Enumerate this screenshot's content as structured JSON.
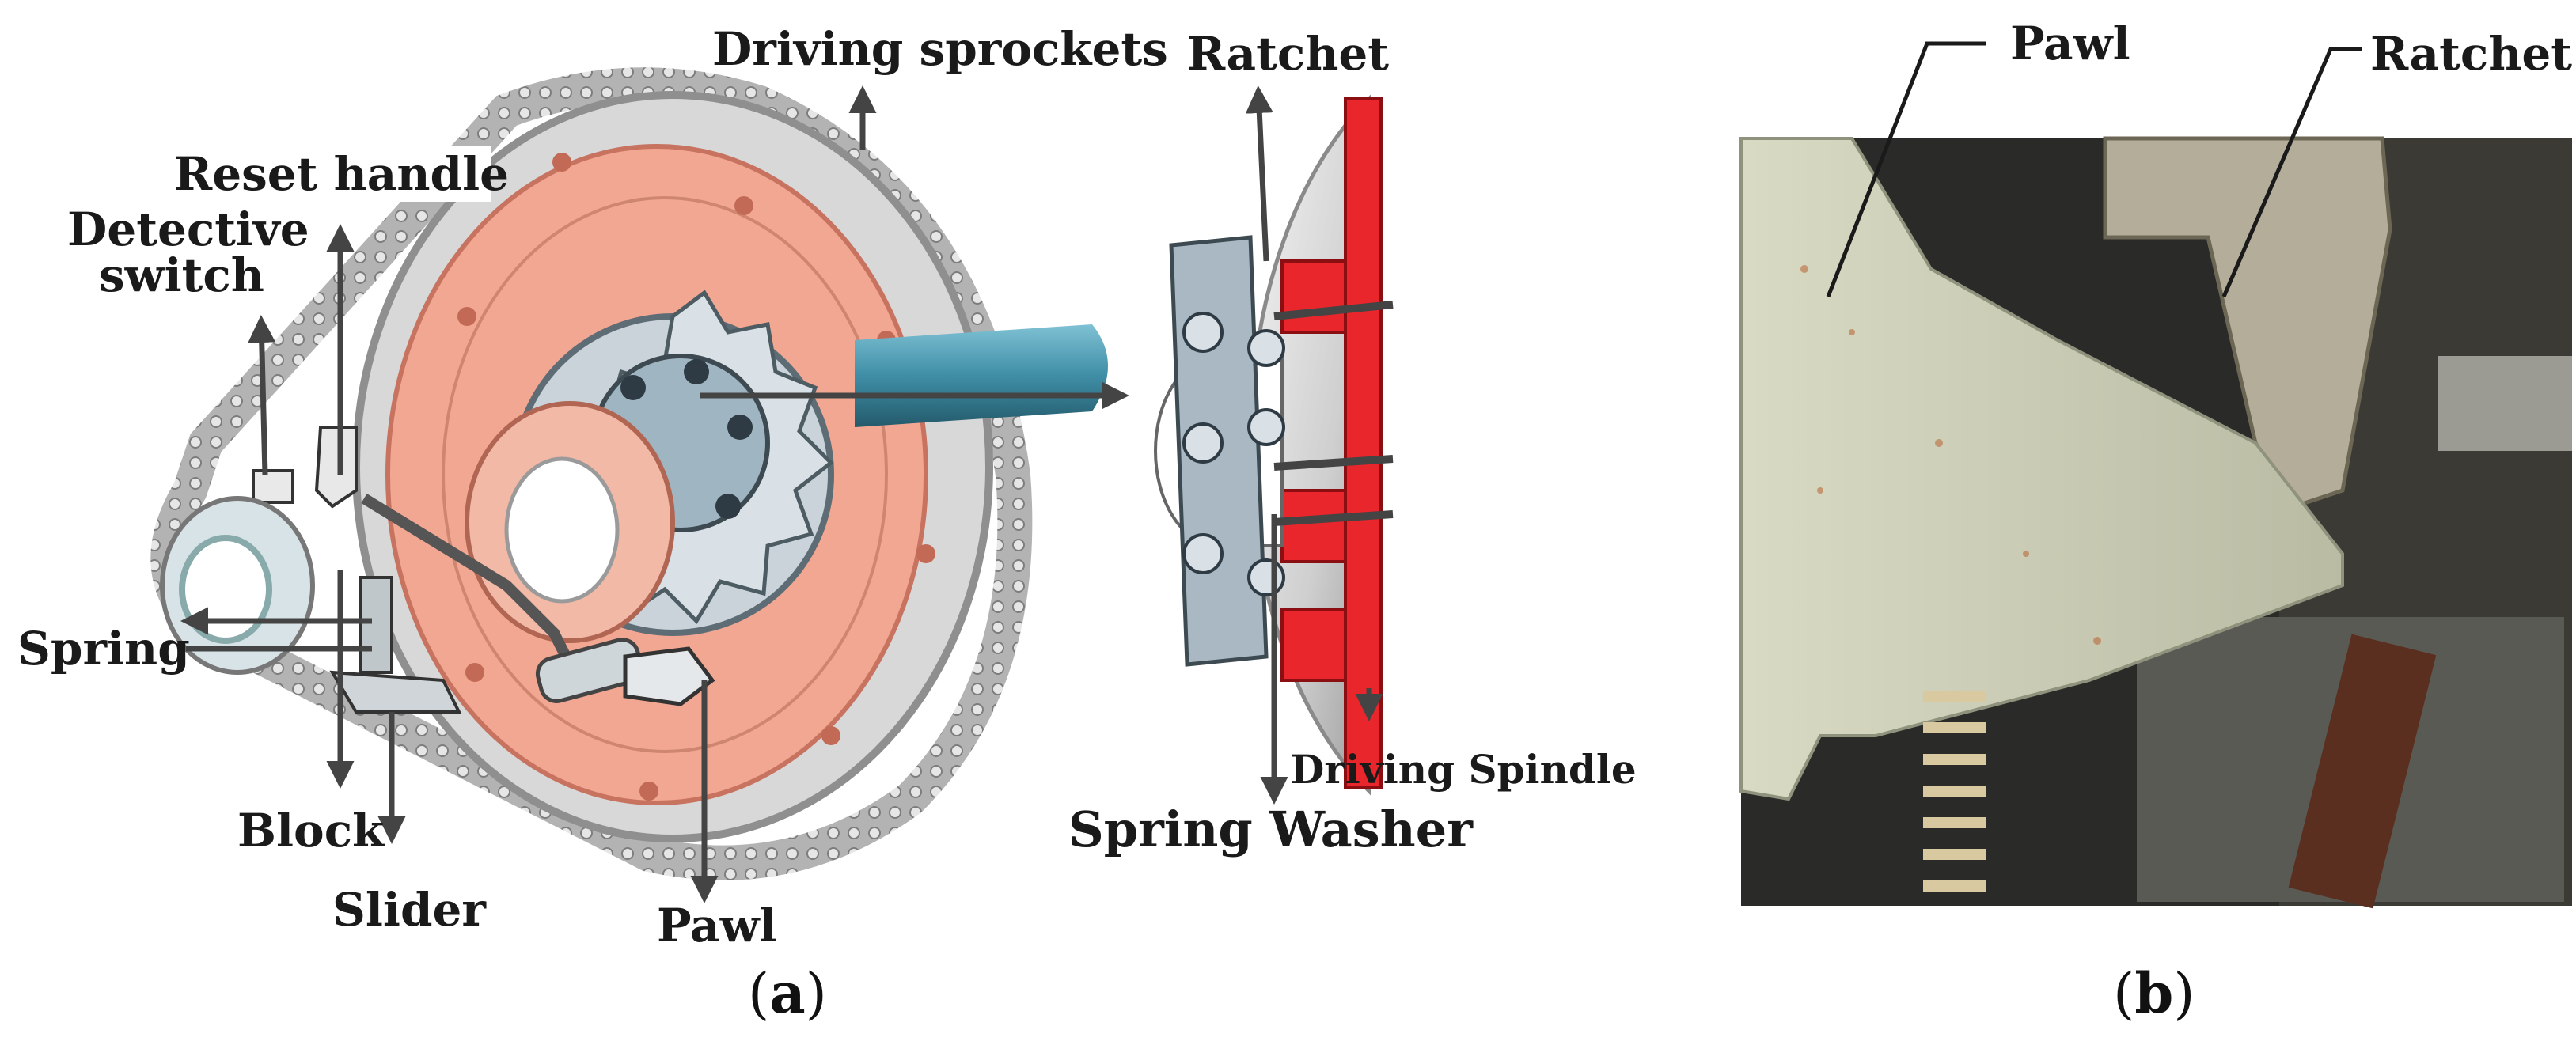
{
  "figure": {
    "panel_a": {
      "caption_open": "(",
      "caption_letter": "a",
      "caption_close": ")",
      "labels": {
        "driving_sprockets": "Driving sprockets",
        "ratchet": "Ratchet",
        "reset_handle": "Reset handle",
        "detective_switch_line1": "Detective",
        "detective_switch_line2": "switch",
        "spring": "Spring",
        "block": "Block",
        "slider": "Slider",
        "pawl": "Pawl",
        "driving_spindle": "Driving Spindle",
        "spring_washer": "Spring Washer"
      }
    },
    "panel_b": {
      "caption_open": "(",
      "caption_letter": "b",
      "caption_close": ")",
      "labels": {
        "pawl": "Pawl",
        "ratchet": "Ratchet"
      }
    }
  },
  "colors": {
    "sprocket_face": "#f1a791",
    "chain": "#9a9a9a",
    "washer_red": "#e8262b",
    "metal": "#b8c4cc",
    "shaft": "#3f8ea6",
    "arrow": "#444444",
    "photo_bg": "#2a2a28",
    "photo_metal": "#c9cbb4"
  }
}
